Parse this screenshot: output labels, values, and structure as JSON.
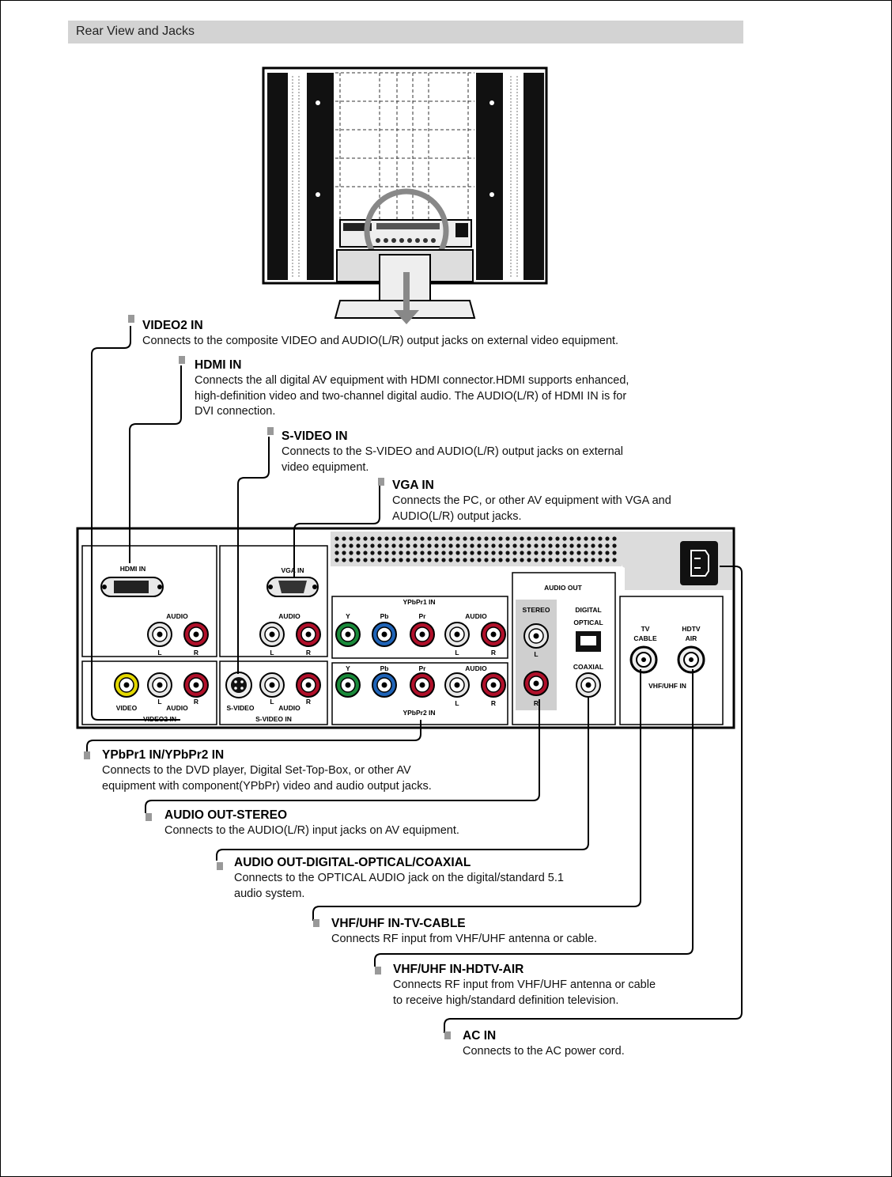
{
  "header": {
    "title": "Rear View and Jacks"
  },
  "panel_labels": {
    "hdmi_in": "HDMI IN",
    "vga_in": "VGA IN",
    "audio": "AUDIO",
    "left": "L",
    "right": "R",
    "ypbpr1_in": "YPbPr1 IN",
    "ypbpr2_in": "YPbPr2 IN",
    "y": "Y",
    "pb": "Pb",
    "pr": "Pr",
    "video": "VIDEO",
    "video2_in": "VIDEO2 IN",
    "s_video": "S-VIDEO",
    "s_video_in": "S-VIDEO IN",
    "audio_out": "AUDIO OUT",
    "stereo": "STEREO",
    "digital": "DIGITAL",
    "optical": "OPTICAL",
    "coaxial": "COAXIAL",
    "tv": "TV",
    "cable": "CABLE",
    "hdtv": "HDTV",
    "air": "AIR",
    "vhf_uhf_in": "VHF/UHF IN"
  },
  "callouts": {
    "video2": {
      "title": "VIDEO2 IN",
      "lines": [
        "Connects to the composite VIDEO and AUDIO(L/R) output jacks on external video equipment."
      ]
    },
    "hdmi": {
      "title": "HDMI IN",
      "lines": [
        "Connects the all digital AV equipment with HDMI connector.HDMI supports enhanced,",
        "high-definition video and two-channel digital audio.  The AUDIO(L/R) of HDMI IN is for",
        "DVI connection."
      ]
    },
    "svideo": {
      "title": "S-VIDEO IN",
      "lines": [
        "Connects to the S-VIDEO and AUDIO(L/R) output jacks on external",
        "video equipment."
      ]
    },
    "vga": {
      "title": "VGA IN",
      "lines": [
        "Connects the PC, or other AV equipment with VGA and",
        "AUDIO(L/R) output jacks."
      ]
    },
    "ypbpr": {
      "title": "YPbPr1 IN/YPbPr2 IN",
      "lines": [
        "Connects to the DVD player, Digital Set-Top-Box, or other AV",
        "equipment with component(YPbPr) video and audio output jacks."
      ]
    },
    "audio_stereo": {
      "title": "AUDIO OUT-STEREO",
      "lines": [
        "Connects to the AUDIO(L/R) input jacks on AV equipment."
      ]
    },
    "audio_digital": {
      "title": "AUDIO OUT-DIGITAL-OPTICAL/COAXIAL",
      "lines": [
        "Connects to the OPTICAL AUDIO jack on the digital/standard 5.1",
        "audio system."
      ]
    },
    "tv_cable": {
      "title": "VHF/UHF IN-TV-CABLE",
      "lines": [
        "Connects RF input from VHF/UHF antenna or cable."
      ]
    },
    "hdtv_air": {
      "title": "VHF/UHF IN-HDTV-AIR",
      "lines": [
        "Connects RF input from VHF/UHF antenna or cable",
        "to receive high/standard definition television."
      ]
    },
    "ac": {
      "title": "AC IN",
      "lines": [
        "Connects to the AC power cord."
      ]
    }
  },
  "colors": {
    "white_jack": "#e8e8e8",
    "red_jack": "#b0102a",
    "yellow_jack": "#e3d800",
    "green_jack": "#1a8a3a",
    "blue_jack": "#1f64b8",
    "header_bar": "#d3d3d3",
    "panel_gray": "#d9d9d9"
  }
}
